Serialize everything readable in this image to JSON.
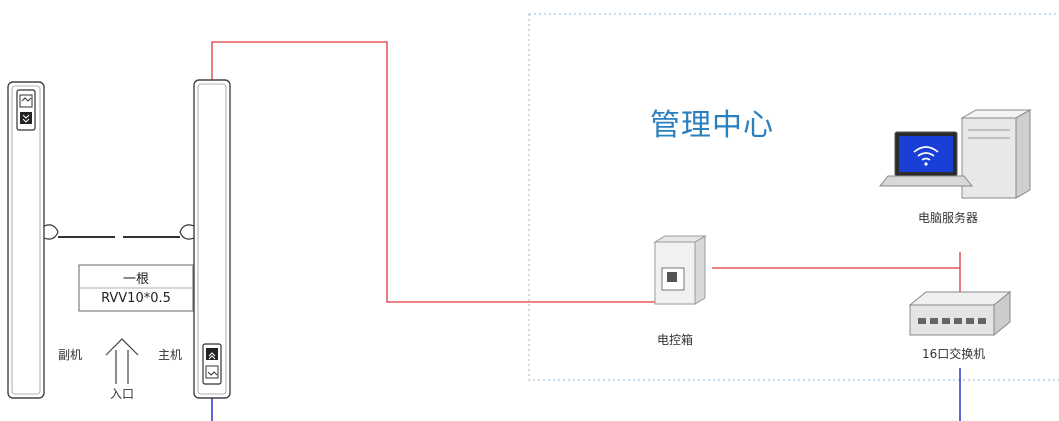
{
  "management_center": {
    "title": "管理中心"
  },
  "devices": {
    "server": {
      "label": "电脑服务器"
    },
    "control_box": {
      "label": "电控箱"
    },
    "switch": {
      "label": "16口交换机"
    }
  },
  "turnstile": {
    "slave_label": "副机",
    "master_label": "主机",
    "entrance_label": "入口"
  },
  "cable": {
    "count_label": "一根",
    "spec_label": "RVV10*0.5"
  },
  "colors": {
    "power_line": "#e0353c",
    "network_line": "#3a3fd0",
    "zone_border": "#8fb8d8",
    "title": "#2a7fc0"
  }
}
